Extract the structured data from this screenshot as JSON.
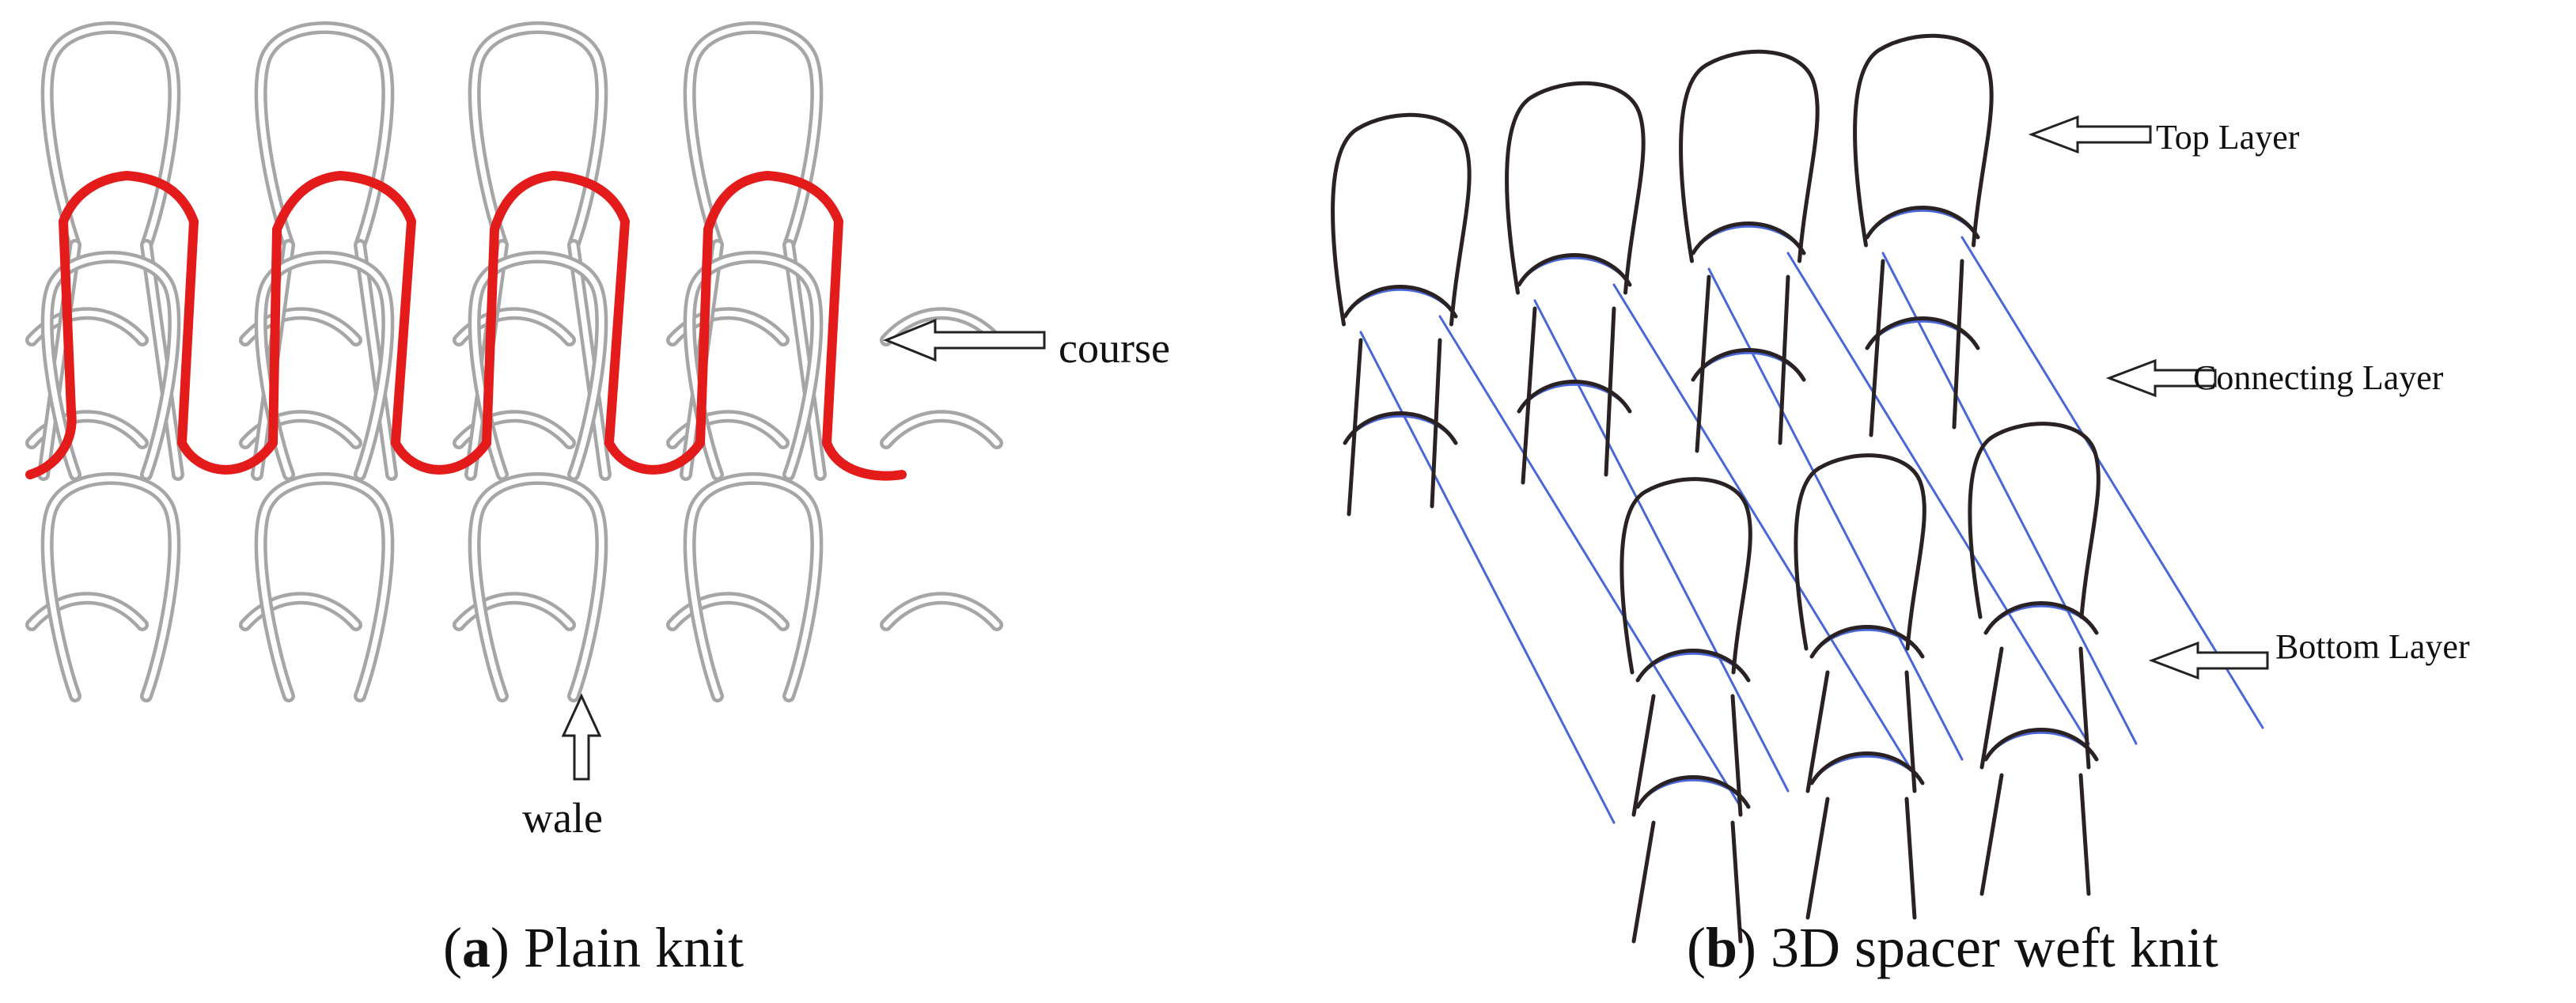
{
  "panels": [
    {
      "id": "a",
      "caption_letter": "a",
      "caption_text": " Plain knit",
      "labels": {
        "course": "course",
        "wale": "wale"
      },
      "colors": {
        "loop": "#a6a6a6",
        "highlight": "#e31b1b"
      }
    },
    {
      "id": "b",
      "caption_letter": "b",
      "caption_text": " 3D spacer weft knit",
      "labels": {
        "top": "Top Layer",
        "connecting": "Connecting Layer",
        "bottom": "Bottom Layer"
      },
      "colors": {
        "loop": "#2a2222",
        "connecting": "#4a67d8"
      }
    }
  ]
}
